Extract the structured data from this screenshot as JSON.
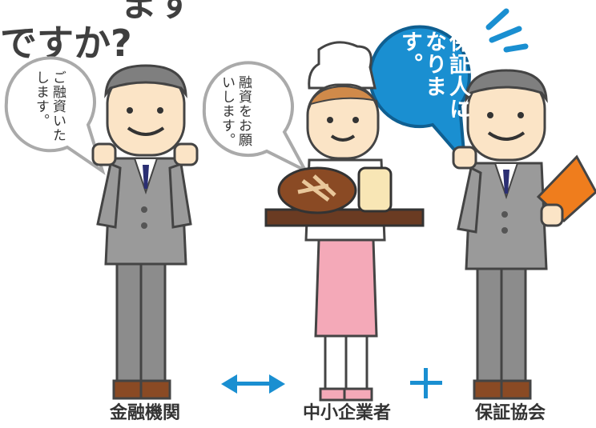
{
  "heading": {
    "line1": "ますで",
    "line2": "ですか?"
  },
  "bubbles": {
    "bank": "ご融資いたします。",
    "business": "融資をお願いします。",
    "guarantee": "保証人になります。"
  },
  "labels": {
    "bank": "金融機関",
    "business": "中小企業者",
    "guarantee": "保証協会"
  },
  "colors": {
    "accent_blue": "#1a8fd1",
    "suit_gray": "#8c8c8c",
    "apron_pink": "#f4a9b8",
    "megaphone_orange": "#ef7d1d"
  },
  "icons": {
    "connector": "double-arrow-icon",
    "plus": "plus-icon"
  }
}
